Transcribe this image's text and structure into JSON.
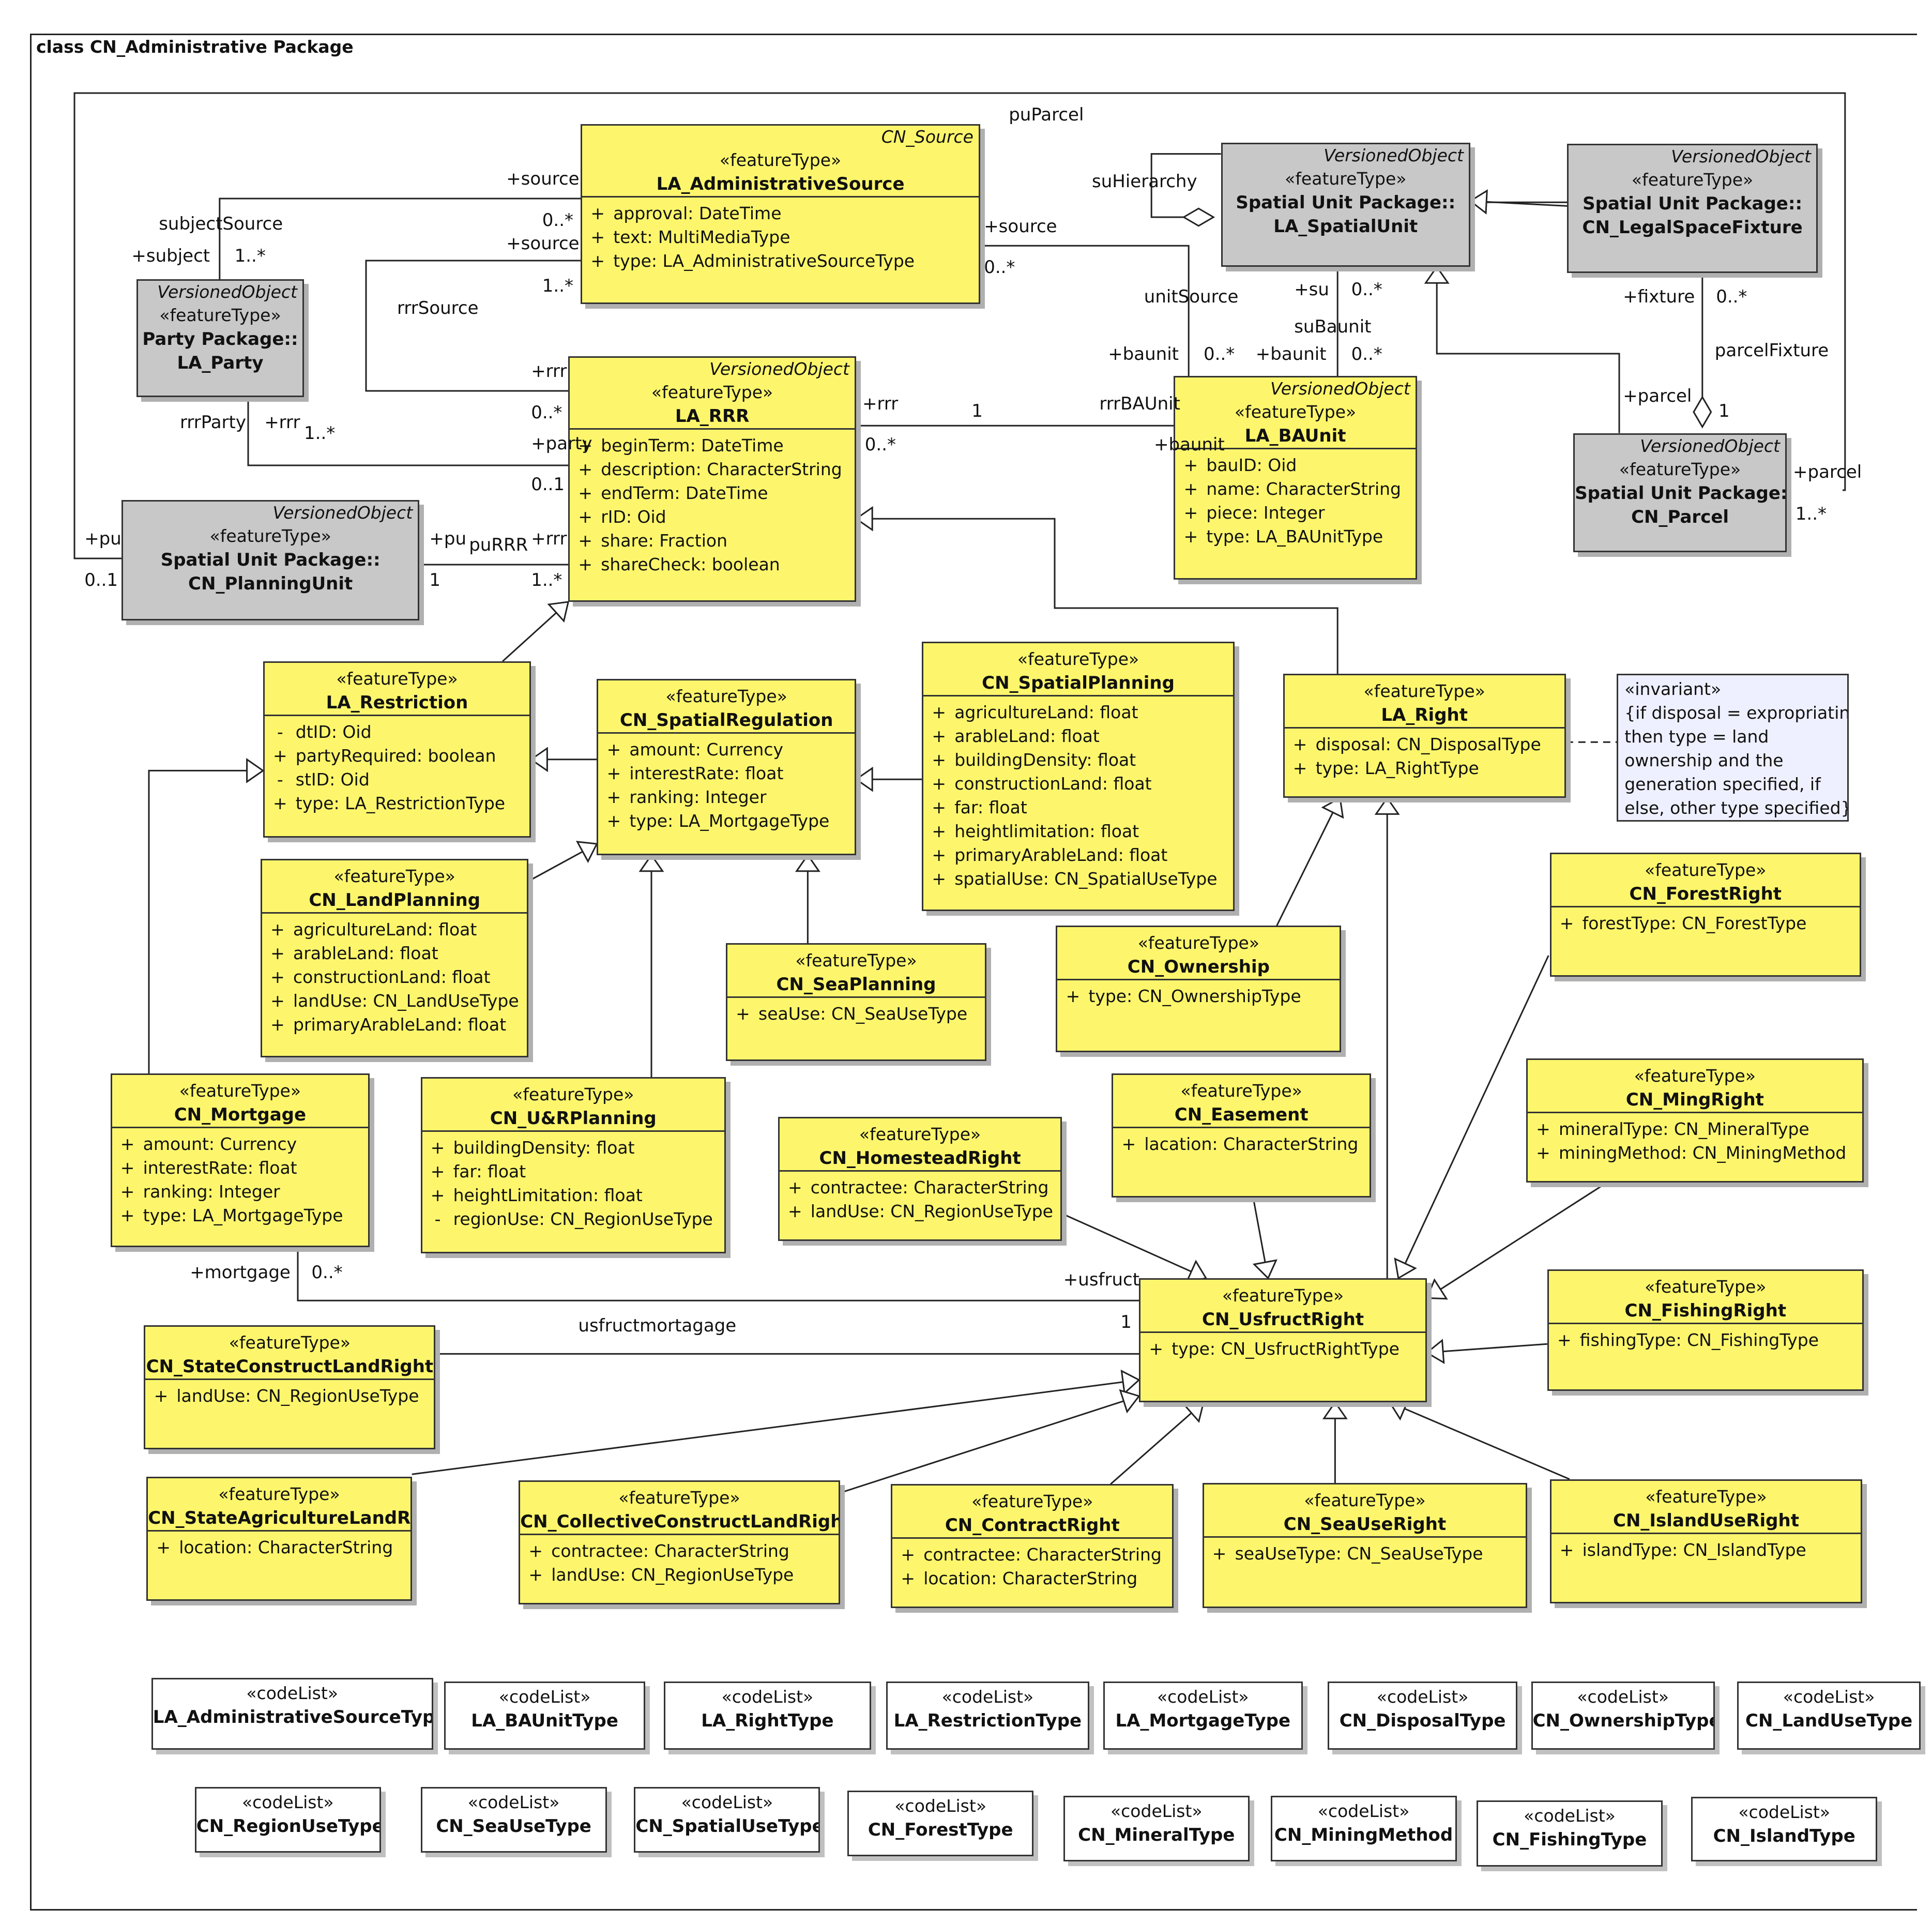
{
  "diagram_title": "class CN_Administrative Package",
  "classes": [
    {
      "id": "src",
      "stereotype": "«featureType»",
      "name": "LA_AdministrativeSource",
      "base": "CN_Source",
      "attrs": [
        {
          "v": "+",
          "t": "approval: DateTime"
        },
        {
          "v": "+",
          "t": "text: MultiMediaType"
        },
        {
          "v": "+",
          "t": "type: LA_AdministrativeSourceType"
        }
      ]
    },
    {
      "id": "party",
      "stereotype": "«featureType»",
      "name": "Party Package::\nLA_Party",
      "base": "VersionedObject",
      "gray": true,
      "attrs": []
    },
    {
      "id": "rrr",
      "stereotype": "«featureType»",
      "name": "LA_RRR",
      "base": "VersionedObject",
      "attrs": [
        {
          "v": "+",
          "t": "beginTerm: DateTime"
        },
        {
          "v": "+",
          "t": "description: CharacterString"
        },
        {
          "v": "+",
          "t": "endTerm: DateTime"
        },
        {
          "v": "+",
          "t": "rID: Oid"
        },
        {
          "v": "+",
          "t": "share: Fraction"
        },
        {
          "v": "+",
          "t": "shareCheck: boolean"
        }
      ]
    },
    {
      "id": "su",
      "stereotype": "«featureType»",
      "name": "Spatial Unit Package::\nLA_SpatialUnit",
      "base": "VersionedObject",
      "gray": true,
      "attrs": []
    },
    {
      "id": "lsf",
      "stereotype": "«featureType»",
      "name": "Spatial Unit Package::\nCN_LegalSpaceFixture",
      "base": "VersionedObject",
      "gray": true,
      "attrs": []
    },
    {
      "id": "bau",
      "stereotype": "«featureType»",
      "name": "LA_BAUnit",
      "base": "VersionedObject",
      "attrs": [
        {
          "v": "+",
          "t": "bauID: Oid"
        },
        {
          "v": "+",
          "t": "name: CharacterString"
        },
        {
          "v": "+",
          "t": "piece: Integer"
        },
        {
          "v": "+",
          "t": "type: LA_BAUnitType"
        }
      ]
    },
    {
      "id": "parcel",
      "stereotype": "«featureType»",
      "name": "Spatial Unit Package::\nCN_Parcel",
      "base": "VersionedObject",
      "gray": true,
      "attrs": []
    },
    {
      "id": "pu",
      "stereotype": "«featureType»",
      "name": "Spatial Unit Package::\nCN_PlanningUnit",
      "base": "VersionedObject",
      "gray": true,
      "attrs": []
    },
    {
      "id": "restr",
      "stereotype": "«featureType»",
      "name": "LA_Restriction",
      "attrs": [
        {
          "v": "-",
          "t": "dtID: Oid"
        },
        {
          "v": "+",
          "t": "partyRequired: boolean"
        },
        {
          "v": "-",
          "t": "stID: Oid"
        },
        {
          "v": "+",
          "t": "type: LA_RestrictionType"
        }
      ]
    },
    {
      "id": "sreg",
      "stereotype": "«featureType»",
      "name": "CN_SpatialRegulation",
      "attrs": [
        {
          "v": "+",
          "t": "amount: Currency"
        },
        {
          "v": "+",
          "t": "interestRate: float"
        },
        {
          "v": "+",
          "t": "ranking: Integer"
        },
        {
          "v": "+",
          "t": "type: LA_MortgageType"
        }
      ]
    },
    {
      "id": "splan",
      "stereotype": "«featureType»",
      "name": "CN_SpatialPlanning",
      "attrs": [
        {
          "v": "+",
          "t": "agricultureLand: float"
        },
        {
          "v": "+",
          "t": "arableLand: float"
        },
        {
          "v": "+",
          "t": "buildingDensity: float"
        },
        {
          "v": "+",
          "t": "constructionLand: float"
        },
        {
          "v": "+",
          "t": "far: float"
        },
        {
          "v": "+",
          "t": "heightlimitation: float"
        },
        {
          "v": "+",
          "t": "primaryArableLand: float"
        },
        {
          "v": "+",
          "t": "spatialUse: CN_SpatialUseType"
        }
      ]
    },
    {
      "id": "right",
      "stereotype": "«featureType»",
      "name": "LA_Right",
      "attrs": [
        {
          "v": "+",
          "t": "disposal: CN_DisposalType"
        },
        {
          "v": "+",
          "t": "type: LA_RightType"
        }
      ]
    },
    {
      "id": "lplan",
      "stereotype": "«featureType»",
      "name": "CN_LandPlanning",
      "attrs": [
        {
          "v": "+",
          "t": "agricultureLand: float"
        },
        {
          "v": "+",
          "t": "arableLand: float"
        },
        {
          "v": "+",
          "t": "constructionLand: float"
        },
        {
          "v": "+",
          "t": "landUse: CN_LandUseType"
        },
        {
          "v": "+",
          "t": "primaryArableLand: float"
        }
      ]
    },
    {
      "id": "seaplan",
      "stereotype": "«featureType»",
      "name": "CN_SeaPlanning",
      "attrs": [
        {
          "v": "+",
          "t": "seaUse: CN_SeaUseType"
        }
      ]
    },
    {
      "id": "own",
      "stereotype": "«featureType»",
      "name": "CN_Ownership",
      "attrs": [
        {
          "v": "+",
          "t": "type: CN_OwnershipType"
        }
      ]
    },
    {
      "id": "forest",
      "stereotype": "«featureType»",
      "name": "CN_ForestRight",
      "attrs": [
        {
          "v": "+",
          "t": "forestType: CN_ForestType"
        }
      ]
    },
    {
      "id": "mort",
      "stereotype": "«featureType»",
      "name": "CN_Mortgage",
      "attrs": [
        {
          "v": "+",
          "t": "amount: Currency"
        },
        {
          "v": "+",
          "t": "interestRate: float"
        },
        {
          "v": "+",
          "t": "ranking: Integer"
        },
        {
          "v": "+",
          "t": "type: LA_MortgageType"
        }
      ]
    },
    {
      "id": "urplan",
      "stereotype": "«featureType»",
      "name": "CN_U&RPlanning",
      "attrs": [
        {
          "v": "+",
          "t": "buildingDensity: float"
        },
        {
          "v": "+",
          "t": "far: float"
        },
        {
          "v": "+",
          "t": "heightLimitation: float"
        },
        {
          "v": "-",
          "t": "regionUse: CN_RegionUseType"
        }
      ]
    },
    {
      "id": "home",
      "stereotype": "«featureType»",
      "name": "CN_HomesteadRight",
      "attrs": [
        {
          "v": "+",
          "t": "contractee: CharacterString"
        },
        {
          "v": "+",
          "t": "landUse: CN_RegionUseType"
        }
      ]
    },
    {
      "id": "ease",
      "stereotype": "«featureType»",
      "name": "CN_Easement",
      "attrs": [
        {
          "v": "+",
          "t": "lacation: CharacterString"
        }
      ]
    },
    {
      "id": "ming",
      "stereotype": "«featureType»",
      "name": "CN_MingRight",
      "attrs": [
        {
          "v": "+",
          "t": "mineralType: CN_MineralType"
        },
        {
          "v": "+",
          "t": "miningMethod: CN_MiningMethod"
        }
      ]
    },
    {
      "id": "usf",
      "stereotype": "«featureType»",
      "name": "CN_UsfructRight",
      "attrs": [
        {
          "v": "+",
          "t": "type: CN_UsfructRightType"
        }
      ]
    },
    {
      "id": "fish",
      "stereotype": "«featureType»",
      "name": "CN_FishingRight",
      "attrs": [
        {
          "v": "+",
          "t": "fishingType: CN_FishingType"
        }
      ]
    },
    {
      "id": "scl",
      "stereotype": "«featureType»",
      "name": "CN_StateConstructLandRight",
      "attrs": [
        {
          "v": "+",
          "t": "landUse: CN_RegionUseType"
        }
      ]
    },
    {
      "id": "sal",
      "stereotype": "«featureType»",
      "name": "CN_StateAgricultureLandRight",
      "attrs": [
        {
          "v": "+",
          "t": "location: CharacterString"
        }
      ]
    },
    {
      "id": "ccl",
      "stereotype": "«featureType»",
      "name": "CN_CollectiveConstructLandRight",
      "attrs": [
        {
          "v": "+",
          "t": "contractee: CharacterString"
        },
        {
          "v": "+",
          "t": "landUse: CN_RegionUseType"
        }
      ]
    },
    {
      "id": "contr",
      "stereotype": "«featureType»",
      "name": "CN_ContractRight",
      "attrs": [
        {
          "v": "+",
          "t": "contractee: CharacterString"
        },
        {
          "v": "+",
          "t": "location: CharacterString"
        }
      ]
    },
    {
      "id": "seause",
      "stereotype": "«featureType»",
      "name": "CN_SeaUseRight",
      "attrs": [
        {
          "v": "+",
          "t": "seaUseType: CN_SeaUseType"
        }
      ]
    },
    {
      "id": "island",
      "stereotype": "«featureType»",
      "name": "CN_IslandUseRight",
      "attrs": [
        {
          "v": "+",
          "t": "islandType: CN_IslandType"
        }
      ]
    }
  ],
  "note": {
    "lines": [
      "«invariant»",
      "{if disposal = expropriating",
      "then type = land",
      "ownership and the",
      "generation specified, if",
      "else, other type specified}"
    ]
  },
  "codelists": [
    {
      "stereotype": "«codeList»",
      "name": "LA_AdministrativeSourceType"
    },
    {
      "stereotype": "«codeList»",
      "name": "LA_BAUnitType"
    },
    {
      "stereotype": "«codeList»",
      "name": "LA_RightType"
    },
    {
      "stereotype": "«codeList»",
      "name": "LA_RestrictionType"
    },
    {
      "stereotype": "«codeList»",
      "name": "LA_MortgageType"
    },
    {
      "stereotype": "«codeList»",
      "name": "CN_DisposalType"
    },
    {
      "stereotype": "«codeList»",
      "name": "CN_OwnershipType"
    },
    {
      "stereotype": "«codeList»",
      "name": "CN_LandUseType"
    },
    {
      "stereotype": "«codeList»",
      "name": "CN_RegionUseType"
    },
    {
      "stereotype": "«codeList»",
      "name": "CN_SeaUseType"
    },
    {
      "stereotype": "«codeList»",
      "name": "CN_SpatialUseType"
    },
    {
      "stereotype": "«codeList»",
      "name": "CN_ForestType"
    },
    {
      "stereotype": "«codeList»",
      "name": "CN_MineralType"
    },
    {
      "stereotype": "«codeList»",
      "name": "CN_MiningMethod"
    },
    {
      "stereotype": "«codeList»",
      "name": "CN_FishingType"
    },
    {
      "stereotype": "«codeList»",
      "name": "CN_IslandType"
    }
  ],
  "labels": [
    "puParcel",
    "+source",
    "0..*",
    "subjectSource",
    "+subject",
    "1..*",
    "+source",
    "1..*",
    "rrrSource",
    "+source",
    "0..*",
    "suHierarchy",
    "unitSource",
    "+su",
    "0..*",
    "suBaunit",
    "+baunit",
    "0..*",
    "+baunit",
    "0..*",
    "+fixture",
    "0..*",
    "parcelFixture",
    "+parcel",
    "1",
    "+parcel",
    "1..*",
    "+rrr",
    "0..*",
    "+rrr",
    "0..*",
    "+party",
    "0..1",
    "rrrParty",
    "+rrr",
    "1..*",
    "rrrBAUnit",
    "+baunit",
    "1",
    "+pu",
    "0..1",
    "+pu",
    "1",
    "puRRR",
    "+rrr",
    "1..*",
    "+mortgage",
    "0..*",
    "+usfruct",
    "1",
    "usfructmortagage"
  ]
}
